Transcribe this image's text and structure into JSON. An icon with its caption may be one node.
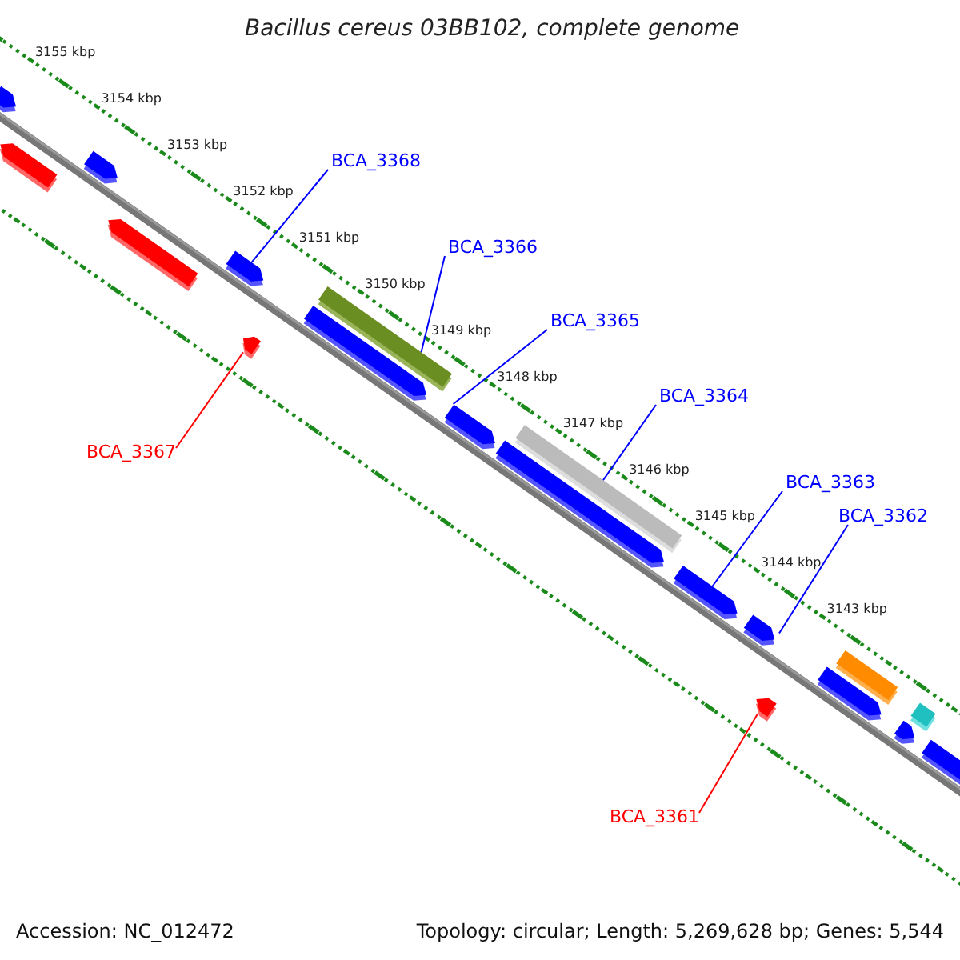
{
  "diagram": {
    "title": "Bacillus cereus 03BB102, complete genome",
    "nodes": [
      {
        "text": [
          "BCA_3368"
        ]
      },
      {
        "text": [
          "BCA_3366"
        ]
      },
      {
        "text": [
          "BCA_3365"
        ]
      },
      {
        "text": [
          "BCA_3364"
        ]
      },
      {
        "text": [
          "BCA_3363"
        ]
      },
      {
        "text": [
          "BCA_3362"
        ]
      },
      {
        "text": [
          "BCA_3367"
        ]
      },
      {
        "text": [
          "BCA_3361"
        ]
      },
      {
        "text": [],
        "shape": "arrow"
      },
      {
        "text": [],
        "shape": "arrow"
      },
      {
        "text": [],
        "shape": "arrow"
      },
      {
        "text": [],
        "shape": "arrow"
      },
      {
        "text": [],
        "shape": "arrow"
      },
      {
        "text": [],
        "shape": "arrow"
      },
      {
        "text": [],
        "shape": "bar"
      },
      {
        "text": [],
        "shape": "arrow"
      },
      {
        "text": [],
        "shape": "arrow"
      },
      {
        "text": [],
        "shape": "bar"
      },
      {
        "text": [],
        "shape": "arrow"
      },
      {
        "text": [],
        "shape": "arrow"
      },
      {
        "text": [],
        "shape": "arrow"
      },
      {
        "text": [],
        "shape": "arrow"
      },
      {
        "text": [],
        "shape": "bar"
      },
      {
        "text": [],
        "shape": "arrow"
      },
      {
        "text": [],
        "shape": "bar"
      },
      {
        "text": [],
        "shape": "arrow"
      },
      {
        "text": [],
        "shape": "arrow"
      }
    ],
    "edges": [
      {
        "from": 0,
        "to": 12,
        "arrow": "none"
      },
      {
        "from": 1,
        "to": 14,
        "arrow": "none"
      },
      {
        "from": 2,
        "to": 16,
        "arrow": "none"
      },
      {
        "from": 3,
        "to": 17,
        "arrow": "none"
      },
      {
        "from": 4,
        "to": 19,
        "arrow": "none"
      },
      {
        "from": 5,
        "to": 20,
        "arrow": "none"
      },
      {
        "from": 6,
        "to": 13,
        "arrow": "none",
        "color": "#ff0000"
      },
      {
        "from": 7,
        "to": 21,
        "arrow": "none",
        "color": "#ff0000"
      }
    ],
    "labels": [
      "3155 kbp",
      "3154 kbp",
      "3153 kbp",
      "3152 kbp",
      "3151 kbp",
      "3150 kbp",
      "3149 kbp",
      "3148 kbp",
      "3147 kbp",
      "3146 kbp",
      "3145 kbp",
      "3144 kbp",
      "3143 kbp",
      "Accession: NC_012472",
      "Topology: circular; Length: 5,269,628 bp; Genes: 5,544"
    ]
  }
}
